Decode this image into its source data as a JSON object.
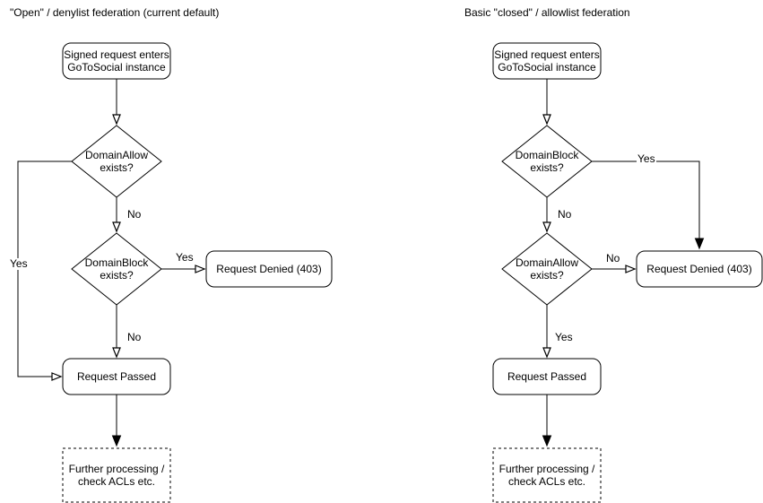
{
  "colors": {
    "stroke": "#000000",
    "node_fill": "#ffffff",
    "text": "#000000",
    "background": "#ffffff"
  },
  "left": {
    "title": "\"Open\" / denylist federation (current default)",
    "nodes": {
      "start": "Signed request enters\nGoToSocial instance",
      "decision1": "DomainAllow\nexists?",
      "decision2": "DomainBlock\nexists?",
      "denied": "Request Denied (403)",
      "passed": "Request Passed",
      "further": "Further processing /\ncheck ACLs etc."
    },
    "edge_labels": {
      "decision1_yes": "Yes",
      "decision1_no": "No",
      "decision2_yes": "Yes",
      "decision2_no": "No"
    }
  },
  "right": {
    "title": "Basic \"closed\" / allowlist federation",
    "nodes": {
      "start": "Signed request enters\nGoToSocial instance",
      "decision1": "DomainBlock\nexists?",
      "decision2": "DomainAllow\nexists?",
      "denied": "Request Denied (403)",
      "passed": "Request Passed",
      "further": "Further processing /\ncheck ACLs etc."
    },
    "edge_labels": {
      "decision1_yes": "Yes",
      "decision1_no": "No",
      "decision2_no": "No",
      "decision2_yes": "Yes"
    }
  }
}
